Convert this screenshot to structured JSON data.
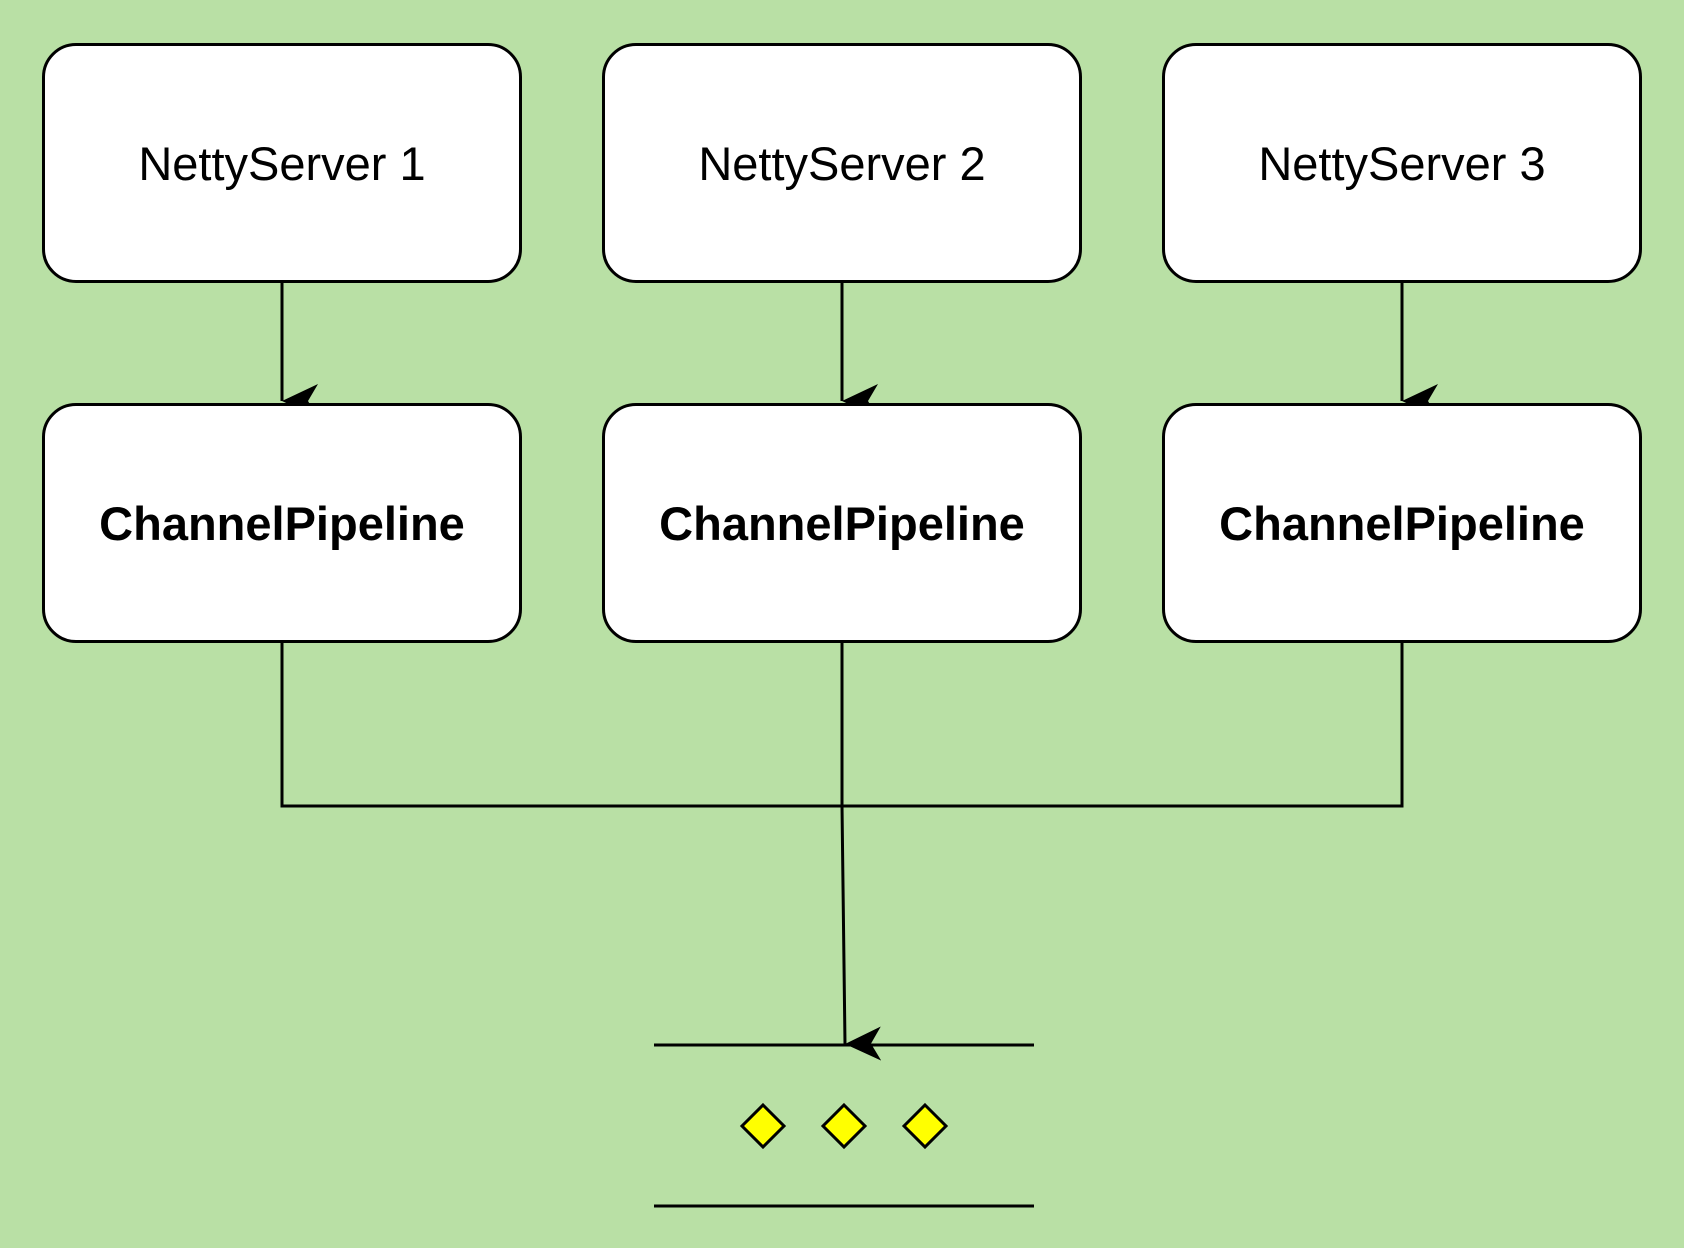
{
  "diagram": {
    "servers": [
      {
        "label": "NettyServer 1"
      },
      {
        "label": "NettyServer 2"
      },
      {
        "label": "NettyServer 3"
      }
    ],
    "pipelines": [
      {
        "label": "ChannelPipeline"
      },
      {
        "label": "ChannelPipeline"
      },
      {
        "label": "ChannelPipeline"
      }
    ]
  },
  "colors": {
    "background": "#b9e0a5",
    "node_fill": "#ffffff",
    "stroke": "#000000",
    "marker_fill": "#ffff00"
  },
  "icons": {
    "arrowhead": "arrow-down-icon",
    "ellipsis_marker": "diamond-icon"
  }
}
